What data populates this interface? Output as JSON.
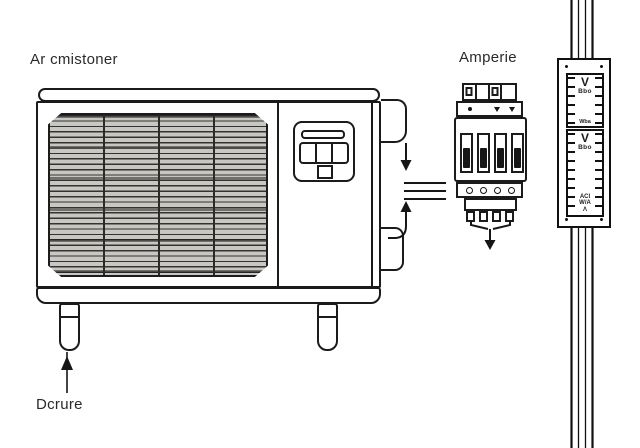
{
  "labels": {
    "air_conditioner": "Ar cmistoner",
    "breaker": "Amperie",
    "power_line": "Dcrure"
  },
  "meter": {
    "upper_panel": {
      "unit": "V",
      "caption": "Bbo",
      "footer": "Wba"
    },
    "lower_panel": {
      "unit": "V",
      "caption": "Bbo",
      "readout_lines": [
        "ACl",
        "W/A",
        "Λ"
      ]
    }
  },
  "colors": {
    "line": "#1b1b1b",
    "grille_fill": "#c9c7c2",
    "background": "#ffffff"
  }
}
